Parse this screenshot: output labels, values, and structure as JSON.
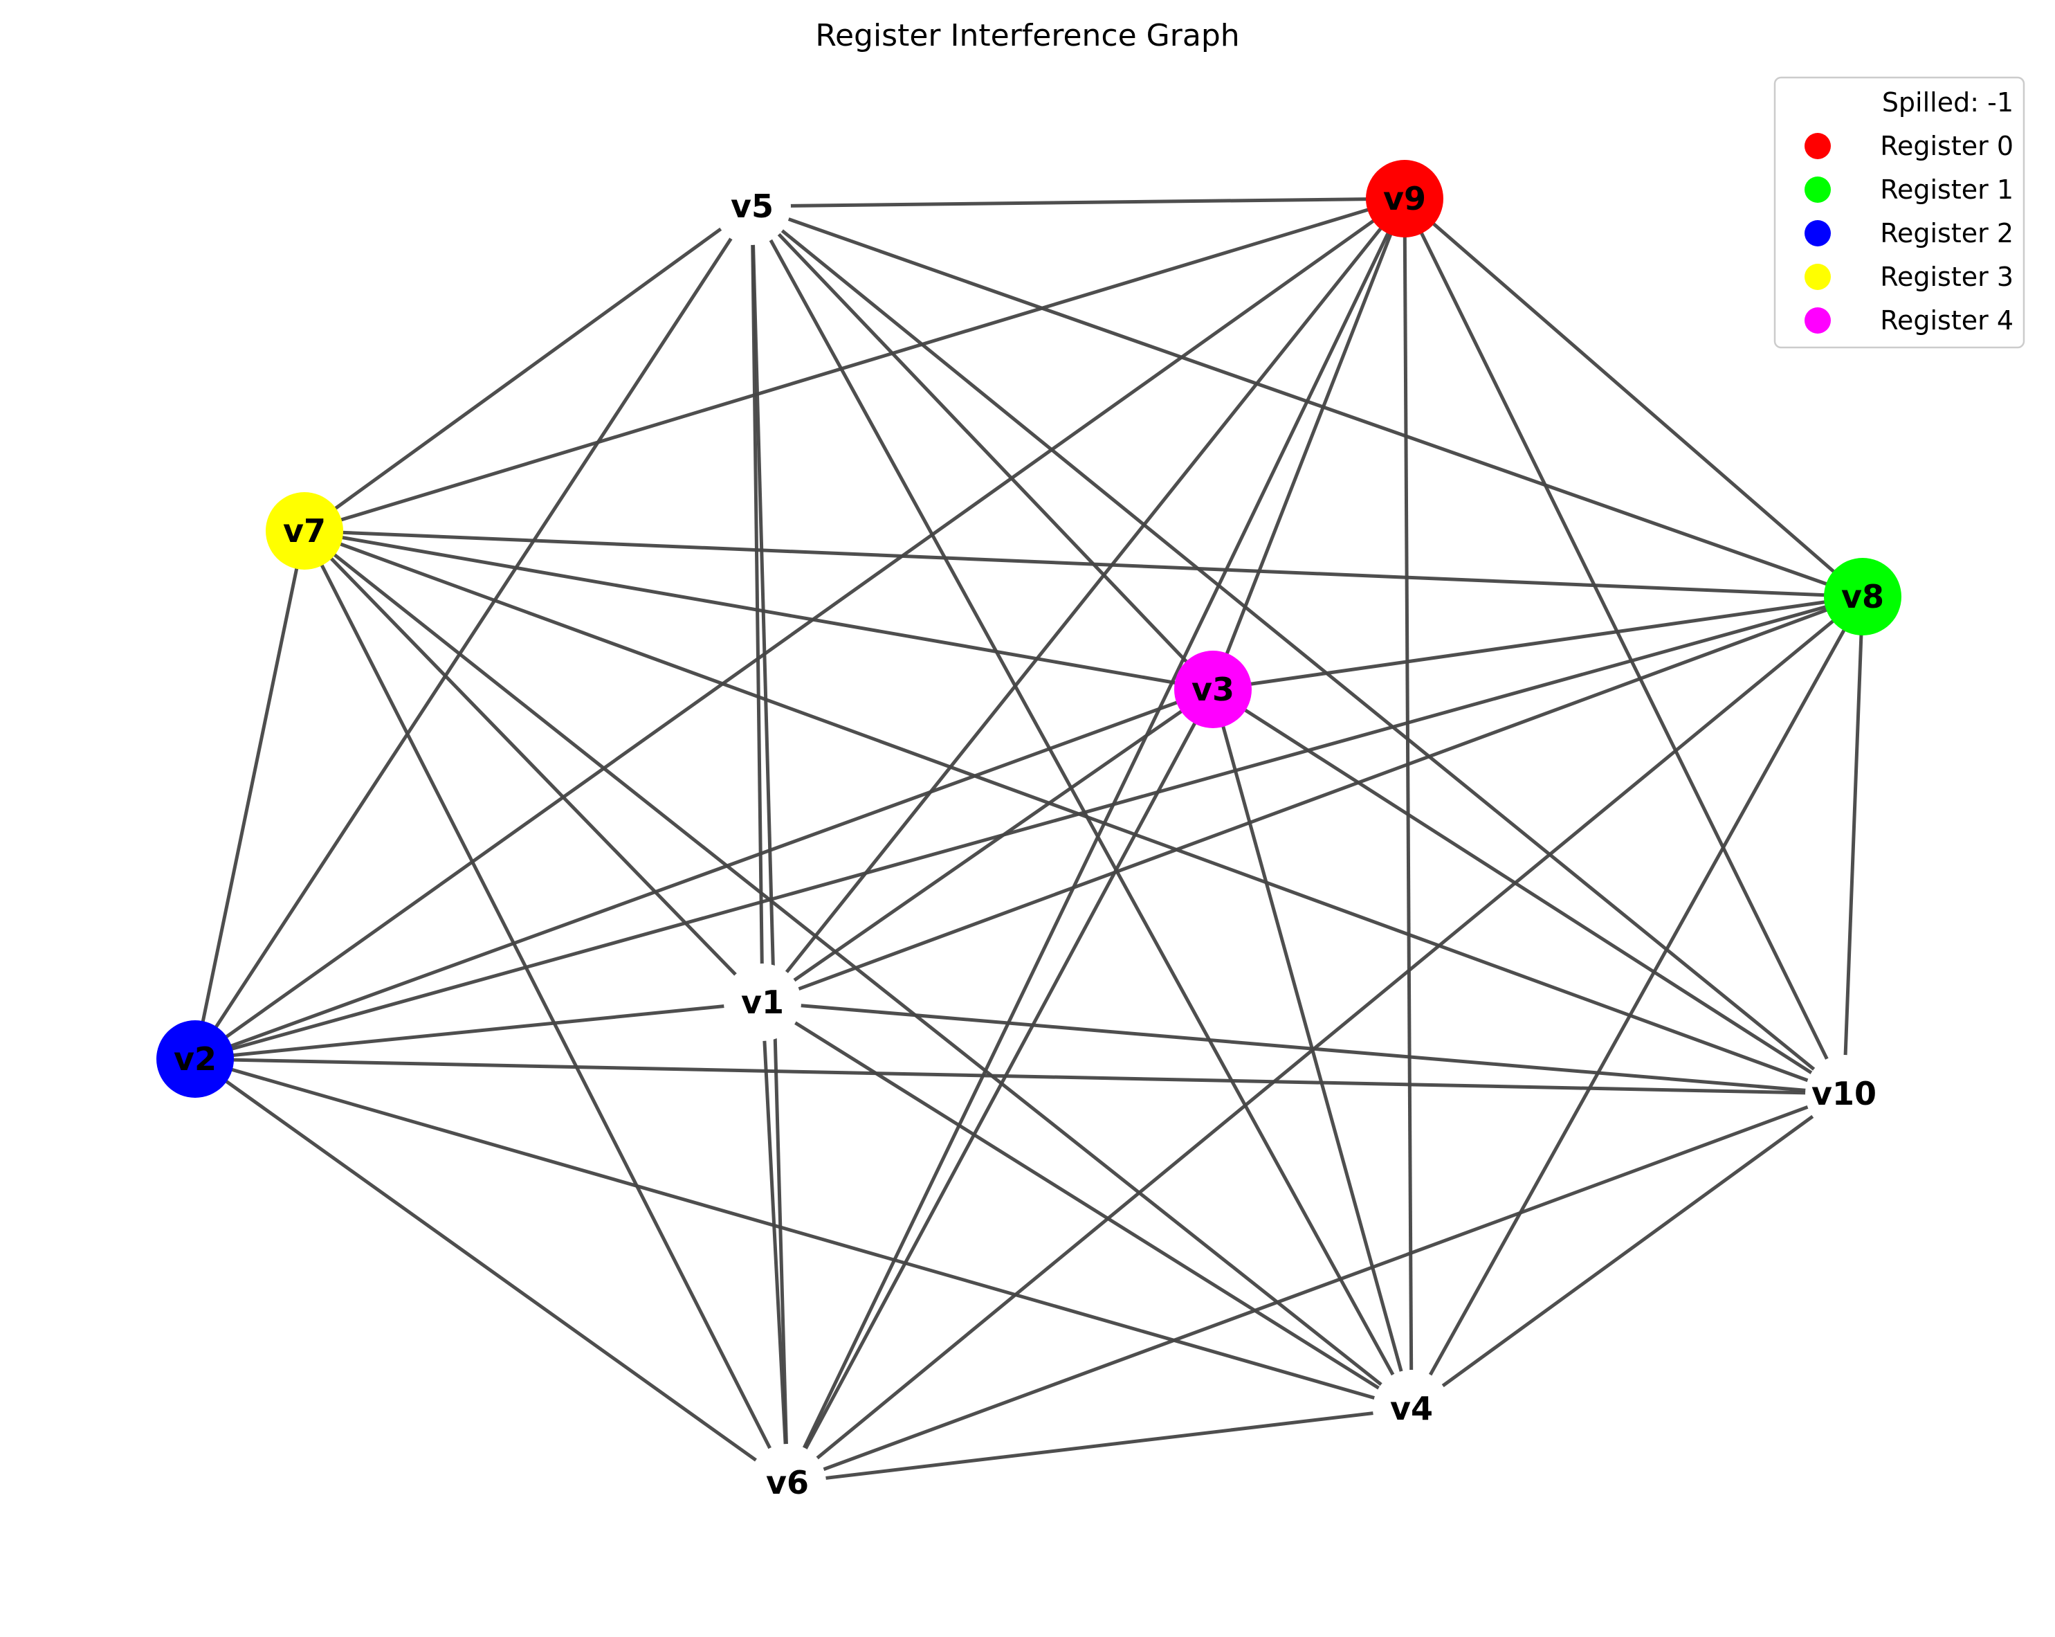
{
  "title": "Register Interference Graph",
  "nodes": [
    {
      "id": "v1",
      "label": "v1",
      "color": "#ffffff"
    },
    {
      "id": "v2",
      "label": "v2",
      "color": "#0000ff"
    },
    {
      "id": "v3",
      "label": "v3",
      "color": "#ff00ff"
    },
    {
      "id": "v4",
      "label": "v4",
      "color": "#ffffff"
    },
    {
      "id": "v5",
      "label": "v5",
      "color": "#ffffff"
    },
    {
      "id": "v6",
      "label": "v6",
      "color": "#ffffff"
    },
    {
      "id": "v7",
      "label": "v7",
      "color": "#ffff00"
    },
    {
      "id": "v8",
      "label": "v8",
      "color": "#00ff00"
    },
    {
      "id": "v9",
      "label": "v9",
      "color": "#ff0000"
    },
    {
      "id": "v10",
      "label": "v10",
      "color": "#ffffff"
    }
  ],
  "edges": [
    [
      "v5",
      "v9"
    ],
    [
      "v5",
      "v7"
    ],
    [
      "v5",
      "v2"
    ],
    [
      "v5",
      "v1"
    ],
    [
      "v5",
      "v6"
    ],
    [
      "v5",
      "v3"
    ],
    [
      "v5",
      "v4"
    ],
    [
      "v5",
      "v10"
    ],
    [
      "v5",
      "v8"
    ],
    [
      "v9",
      "v7"
    ],
    [
      "v9",
      "v2"
    ],
    [
      "v9",
      "v1"
    ],
    [
      "v9",
      "v3"
    ],
    [
      "v9",
      "v6"
    ],
    [
      "v9",
      "v4"
    ],
    [
      "v9",
      "v10"
    ],
    [
      "v9",
      "v8"
    ],
    [
      "v7",
      "v8"
    ],
    [
      "v7",
      "v3"
    ],
    [
      "v7",
      "v2"
    ],
    [
      "v7",
      "v1"
    ],
    [
      "v7",
      "v6"
    ],
    [
      "v7",
      "v4"
    ],
    [
      "v7",
      "v10"
    ],
    [
      "v8",
      "v3"
    ],
    [
      "v8",
      "v2"
    ],
    [
      "v8",
      "v1"
    ],
    [
      "v8",
      "v6"
    ],
    [
      "v8",
      "v4"
    ],
    [
      "v8",
      "v10"
    ],
    [
      "v3",
      "v2"
    ],
    [
      "v3",
      "v1"
    ],
    [
      "v3",
      "v6"
    ],
    [
      "v3",
      "v4"
    ],
    [
      "v3",
      "v10"
    ],
    [
      "v1",
      "v2"
    ],
    [
      "v1",
      "v10"
    ],
    [
      "v1",
      "v6"
    ],
    [
      "v1",
      "v4"
    ],
    [
      "v2",
      "v10"
    ],
    [
      "v2",
      "v4"
    ],
    [
      "v2",
      "v6"
    ],
    [
      "v6",
      "v4"
    ],
    [
      "v6",
      "v10"
    ],
    [
      "v4",
      "v10"
    ]
  ],
  "legend": [
    {
      "label": "Spilled: -1",
      "color": "#ffffff"
    },
    {
      "label": "Register 0",
      "color": "#ff0000"
    },
    {
      "label": "Register 1",
      "color": "#00ff00"
    },
    {
      "label": "Register 2",
      "color": "#0000ff"
    },
    {
      "label": "Register 3",
      "color": "#ffff00"
    },
    {
      "label": "Register 4",
      "color": "#ff00ff"
    }
  ],
  "edge_color": "#444444"
}
